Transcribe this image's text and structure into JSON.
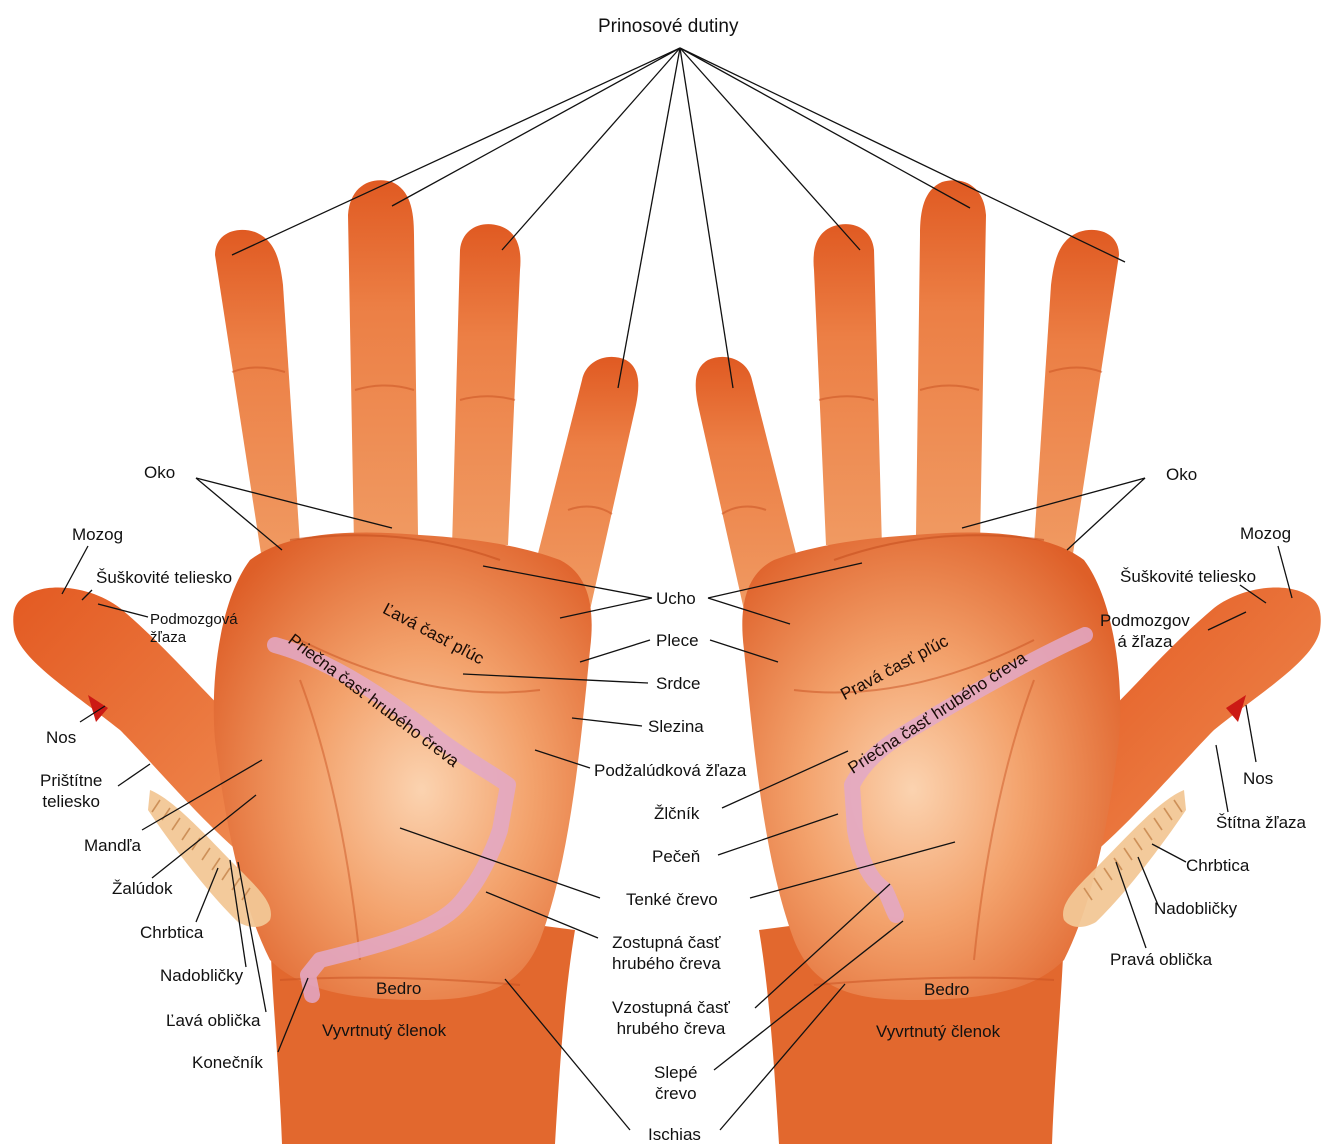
{
  "labels": {
    "prinosove": "Prinosové dutiny",
    "oko": "Oko",
    "mozog": "Mozog",
    "suskovite": "Šuškovité teliesko",
    "podmozgova": "Podmozgová\nžľaza",
    "podmozgova_r": "Podmozgov\ná žľaza",
    "nos": "Nos",
    "pristitne": "Prištítne\nteliesko",
    "mandla": "Mandľa",
    "zaludok": "Žalúdok",
    "chrbtica": "Chrbtica",
    "nadoblicky": "Nadobličky",
    "lava_oblicka": "Ľavá oblička",
    "konecnik": "Konečník",
    "bedro": "Bedro",
    "vyvrtnuty": "Vyvrtnutý členok",
    "ucho": "Ucho",
    "plece": "Plece",
    "srdce": "Srdce",
    "slezina": "Slezina",
    "podzaludkova": "Podžalúdková žľaza",
    "zlcnik": "Žlčník",
    "pecen": "Pečeň",
    "tenke": "Tenké črevo",
    "zostupna": "Zostupná časť\nhrubého čreva",
    "vzostupna": "Vzostupná časť\nhrubého čreva",
    "slepe": "Slepé\nčrevo",
    "ischias": "Ischias",
    "stitna": "Štítna žľaza",
    "prava_oblicka": "Pravá oblička"
  },
  "zones": {
    "lava_pluca": "Ľavá časť pľúc",
    "prava_pluca": "Pravá časť pľúc",
    "priecna_l": "Priečna časť hrubého čreva",
    "priecna_r": "Priečna časť hrubého čreva"
  },
  "colors": {
    "skin_light": "#f4a470",
    "skin_mid": "#ea7a3e",
    "skin_dark": "#d9521e",
    "colon": "#e2a8c8",
    "spine": "#f2c796",
    "marker": "#cc1a14"
  }
}
